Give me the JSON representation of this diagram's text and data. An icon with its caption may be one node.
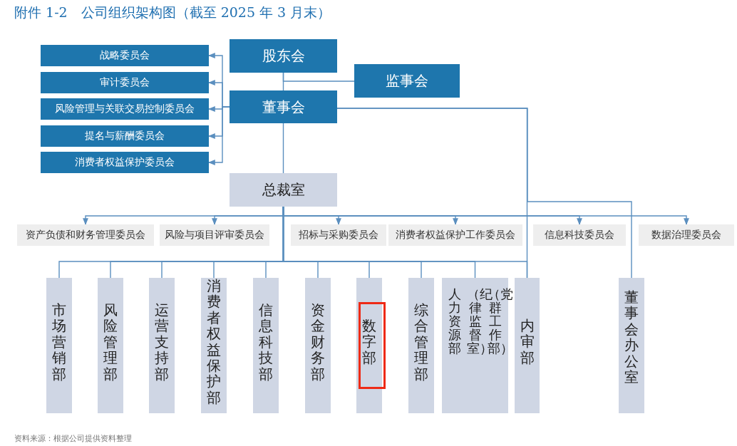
{
  "diagram": {
    "title": "附件 1-2　公司组织架构图（截至 2025 年 3 月末）",
    "caption": "资料来源：根据公司提供资料整理",
    "nodes": [
      {
        "text": [
          "股东会"
        ]
      },
      {
        "text": [
          "监事会"
        ]
      },
      {
        "text": [
          "董事会"
        ]
      },
      {
        "text": [
          "战略委员会"
        ]
      },
      {
        "text": [
          "审计委员会"
        ]
      },
      {
        "text": [
          "风险管理与关联交易控制委员会"
        ]
      },
      {
        "text": [
          "提名与薪酬委员会"
        ]
      },
      {
        "text": [
          "消费者权益保护委员会"
        ]
      },
      {
        "text": [
          "总裁室"
        ]
      },
      {
        "text": [
          "资产负债和财务管理委员会"
        ]
      },
      {
        "text": [
          "风险与项目评审委员会"
        ]
      },
      {
        "text": [
          "招标与采购委员会"
        ]
      },
      {
        "text": [
          "消费者权益保护工作委员会"
        ]
      },
      {
        "text": [
          "信息科技委员会"
        ]
      },
      {
        "text": [
          "数据治理委员会"
        ]
      },
      {
        "text": [
          "市场营销部"
        ]
      },
      {
        "text": [
          "风险管理部"
        ]
      },
      {
        "text": [
          "运营支持部"
        ]
      },
      {
        "text": [
          "消费者权益保护部"
        ]
      },
      {
        "text": [
          "信息科技部"
        ]
      },
      {
        "text": [
          "资金财务部"
        ]
      },
      {
        "text": [
          "数字部"
        ]
      },
      {
        "text": [
          "综合管理部"
        ]
      },
      {
        "text": [
          "人力资源部",
          "（纪律监督室）",
          "（党群工作部）"
        ]
      },
      {
        "text": [
          "内审部"
        ]
      },
      {
        "text": [
          "董事会办公室"
        ]
      }
    ],
    "edges": [
      {
        "from": 0,
        "to": 1,
        "arrow": "none"
      },
      {
        "from": 0,
        "to": 2,
        "arrow": "none"
      },
      {
        "from": 2,
        "to": 3,
        "arrow": "to"
      },
      {
        "from": 2,
        "to": 4,
        "arrow": "to"
      },
      {
        "from": 2,
        "to": 5,
        "arrow": "to"
      },
      {
        "from": 2,
        "to": 6,
        "arrow": "to"
      },
      {
        "from": 2,
        "to": 7,
        "arrow": "to"
      },
      {
        "from": 2,
        "to": 8,
        "arrow": "none"
      },
      {
        "from": 2,
        "to": 24,
        "arrow": "none"
      },
      {
        "from": 2,
        "to": 25,
        "arrow": "none"
      },
      {
        "from": 8,
        "to": 9,
        "arrow": "to"
      },
      {
        "from": 8,
        "to": 10,
        "arrow": "to"
      },
      {
        "from": 8,
        "to": 11,
        "arrow": "to"
      },
      {
        "from": 8,
        "to": 12,
        "arrow": "to"
      },
      {
        "from": 8,
        "to": 13,
        "arrow": "to"
      },
      {
        "from": 8,
        "to": 14,
        "arrow": "to"
      },
      {
        "from": 8,
        "to": 15,
        "arrow": "none"
      },
      {
        "from": 8,
        "to": 16,
        "arrow": "none"
      },
      {
        "from": 8,
        "to": 17,
        "arrow": "none"
      },
      {
        "from": 8,
        "to": 18,
        "arrow": "none"
      },
      {
        "from": 8,
        "to": 19,
        "arrow": "none"
      },
      {
        "from": 8,
        "to": 20,
        "arrow": "none"
      },
      {
        "from": 8,
        "to": 21,
        "arrow": "none"
      },
      {
        "from": 8,
        "to": 22,
        "arrow": "none"
      },
      {
        "from": 8,
        "to": 23,
        "arrow": "none"
      },
      {
        "from": 8,
        "to": 24,
        "arrow": "none"
      }
    ]
  }
}
